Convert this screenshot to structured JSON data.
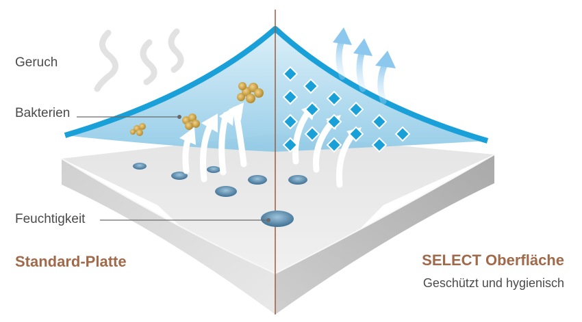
{
  "labels": {
    "odor": "Geruch",
    "bacteria": "Bakterien",
    "moisture": "Feuchtigkeit"
  },
  "left_panel": {
    "title": "Standard-Platte"
  },
  "right_panel": {
    "title": "SELECT Oberfläche",
    "subtitle": "Geschützt und hygienisch"
  },
  "colors": {
    "accent_brown": "#a0694a",
    "membrane_blue": "#1aa0d8",
    "panel_grey": "#d9d9d9",
    "label_text": "#4a4a4a"
  }
}
